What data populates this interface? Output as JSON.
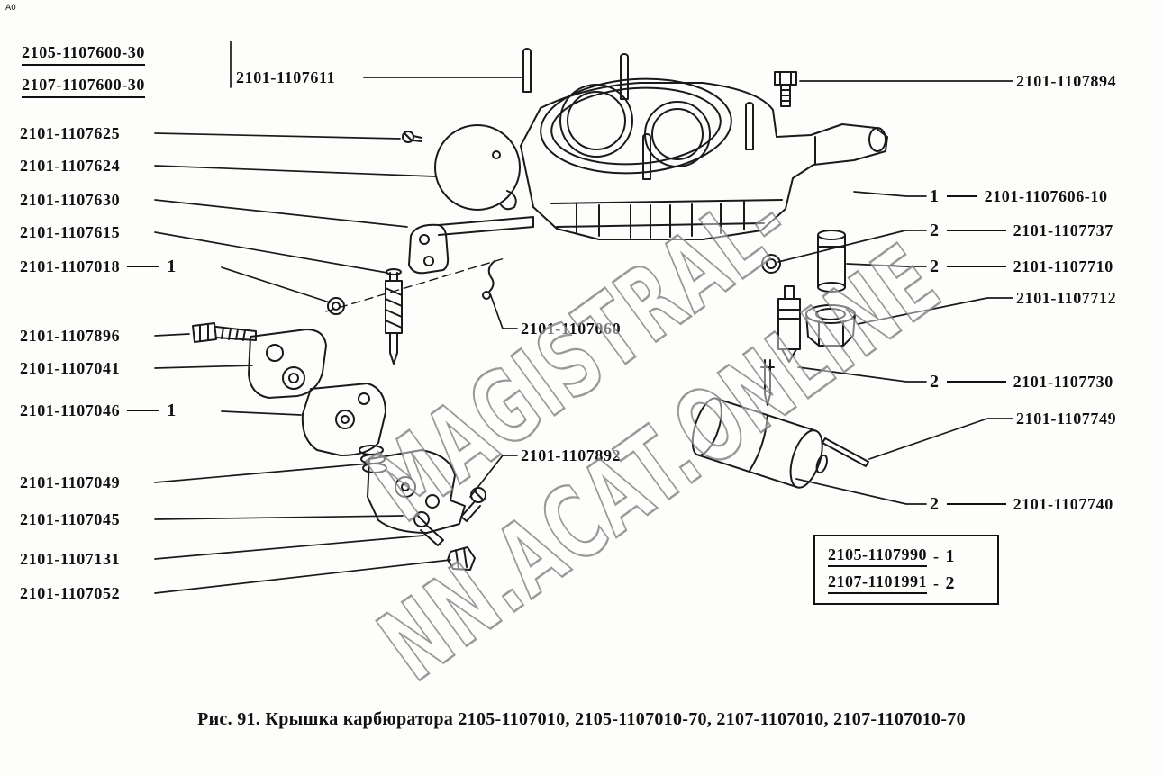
{
  "page": {
    "corner_mark": "А0",
    "watermark": "MAGISTRAL-NN.ACAT.ONLINE",
    "caption": "Рис. 91. Крышка карбюратора 2105-1107010, 2105-1107010-70, 2107-1107010, 2107-1107010-70"
  },
  "title_parts": [
    {
      "part": "2105-1107600-30"
    },
    {
      "part": "2107-1107600-30"
    }
  ],
  "callouts": {
    "top_center": {
      "part": "2101-1107611"
    },
    "top_right": {
      "part": "2101-1107894"
    },
    "left": [
      {
        "part": "2101-1107625"
      },
      {
        "part": "2101-1107624"
      },
      {
        "part": "2101-1107630"
      },
      {
        "part": "2101-1107615"
      },
      {
        "part": "2101-1107018",
        "qty": "1"
      },
      {
        "part": "2101-1107896"
      },
      {
        "part": "2101-1107041"
      },
      {
        "part": "2101-1107046",
        "qty": "1"
      },
      {
        "part": "2101-1107049"
      },
      {
        "part": "2101-1107045"
      },
      {
        "part": "2101-1107131"
      },
      {
        "part": "2101-1107052"
      }
    ],
    "right": [
      {
        "qty": "1",
        "part": "2101-1107606-10"
      },
      {
        "qty": "2",
        "part": "2101-1107737"
      },
      {
        "qty": "2",
        "part": "2101-1107710"
      },
      {
        "part": "2101-1107712"
      },
      {
        "qty": "2",
        "part": "2101-1107730"
      },
      {
        "part": "2101-1107749"
      },
      {
        "qty": "2",
        "part": "2101-1107740"
      }
    ],
    "middle": [
      {
        "part": "2101-1107060"
      },
      {
        "part": "2101-1107892"
      }
    ]
  },
  "legend": [
    {
      "part": "2105-1107990",
      "dash": "-",
      "qty": "1"
    },
    {
      "part": "2107-1101991",
      "dash": "-",
      "qty": "2"
    }
  ]
}
